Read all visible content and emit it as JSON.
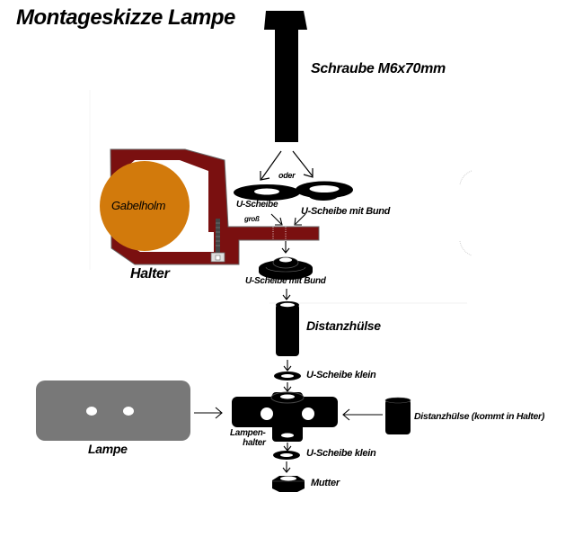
{
  "title": "Montageskizze Lampe",
  "colors": {
    "bolt": "#000000",
    "holder": "#7a1010",
    "holder_outline": "#5a5a5a",
    "fork_tube": "#d27a0c",
    "lamp_body": "#787878",
    "lamp_holes": "#ffffff",
    "background": "#ffffff"
  },
  "labels": {
    "schraube": "Schraube M6x70mm",
    "oder": "oder",
    "u_scheibe_gross_line1": "U-Scheibe",
    "u_scheibe_gross_line2": "groß",
    "u_scheibe_mit_bund_top": "U-Scheibe mit Bund",
    "gabelholm": "Gabelholm",
    "halter": "Halter",
    "u_scheibe_mit_bund_bottom": "U-Scheibe mit Bund",
    "distanzhuelse": "Distanzhülse",
    "u_scheibe_klein_1": "U-Scheibe klein",
    "distanzhuelse_halter": "Distanzhülse (kommt in Halter)",
    "lampe": "Lampe",
    "lampenhalter": "Lampen-\nhalter",
    "u_scheibe_klein_2": "U-Scheibe klein",
    "mutter": "Mutter"
  },
  "parts": [
    {
      "id": "schraube",
      "name": "Schraube M6x70mm",
      "icon": "bolt-icon"
    },
    {
      "id": "u-scheibe-gross",
      "name": "U-Scheibe groß",
      "icon": "washer-icon"
    },
    {
      "id": "u-scheibe-mit-bund",
      "name": "U-Scheibe mit Bund",
      "icon": "flanged-washer-icon"
    },
    {
      "id": "halter",
      "name": "Halter",
      "icon": "bracket-icon"
    },
    {
      "id": "distanzhuelse",
      "name": "Distanzhülse",
      "icon": "spacer-sleeve-icon"
    },
    {
      "id": "u-scheibe-klein",
      "name": "U-Scheibe klein",
      "icon": "small-washer-icon"
    },
    {
      "id": "lampenhalter",
      "name": "Lampenhalter",
      "icon": "lamp-holder-icon"
    },
    {
      "id": "lampe",
      "name": "Lampe",
      "icon": "lamp-icon"
    },
    {
      "id": "mutter",
      "name": "Mutter",
      "icon": "nut-icon"
    }
  ]
}
